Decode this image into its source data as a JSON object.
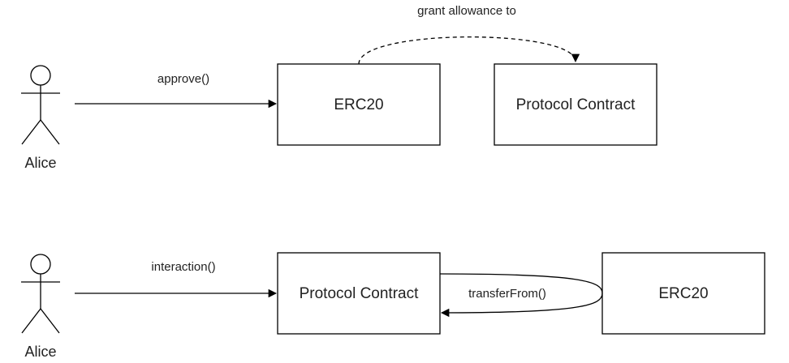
{
  "diagram": {
    "top": {
      "actor": "Alice",
      "edge_label": "approve()",
      "box_left": "ERC20",
      "box_right": "Protocol Contract",
      "dashed_label": "grant allowance to"
    },
    "bottom": {
      "actor": "Alice",
      "edge_label": "interaction()",
      "box_left": "Protocol Contract",
      "box_right": "ERC20",
      "curve_label": "transferFrom()"
    }
  }
}
